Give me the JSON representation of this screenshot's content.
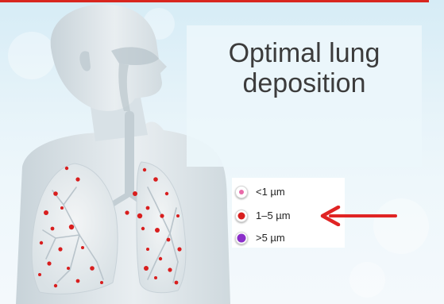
{
  "title": {
    "line1": "Optimal lung",
    "line2": "deposition"
  },
  "legend": [
    {
      "label": "<1 µm",
      "color": "#e86aa8"
    },
    {
      "label": "1–5 µm",
      "color": "#d81e1e"
    },
    {
      "label": ">5 µm",
      "color": "#8b2fc9"
    }
  ],
  "colors": {
    "accent_rule": "#d8261f",
    "particle": "#d81e1e",
    "arrow": "#e02424"
  }
}
